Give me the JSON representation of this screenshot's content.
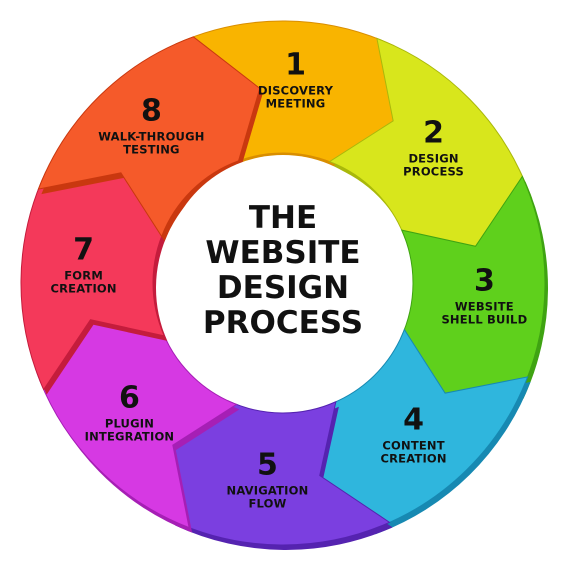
{
  "center": {
    "title_lines": [
      "THE",
      "WEBSITE",
      "DESIGN",
      "PROCESS"
    ]
  },
  "steps": [
    {
      "number": "1",
      "label_lines": [
        "DISCOVERY",
        "MEETING"
      ],
      "color": "#f9b400",
      "edge": "#d98e00"
    },
    {
      "number": "2",
      "label_lines": [
        "DESIGN",
        "PROCESS"
      ],
      "color": "#d8e61c",
      "edge": "#a9b80b"
    },
    {
      "number": "3",
      "label_lines": [
        "WEBSITE",
        "SHELL BUILD"
      ],
      "color": "#5fd01c",
      "edge": "#3fa312"
    },
    {
      "number": "4",
      "label_lines": [
        "CONTENT",
        "CREATION"
      ],
      "color": "#2fb6dd",
      "edge": "#1789b2"
    },
    {
      "number": "5",
      "label_lines": [
        "NAVIGATION",
        "FLOW"
      ],
      "color": "#7b3fe0",
      "edge": "#5523b0"
    },
    {
      "number": "6",
      "label_lines": [
        "PLUGIN",
        "INTEGRATION"
      ],
      "color": "#d639e3",
      "edge": "#a61fb5"
    },
    {
      "number": "7",
      "label_lines": [
        "FORM",
        "CREATION"
      ],
      "color": "#f4395a",
      "edge": "#c41c3c"
    },
    {
      "number": "8",
      "label_lines": [
        "WALK-THROUGH",
        "TESTING"
      ],
      "color": "#f55a2a",
      "edge": "#c9380f"
    }
  ]
}
